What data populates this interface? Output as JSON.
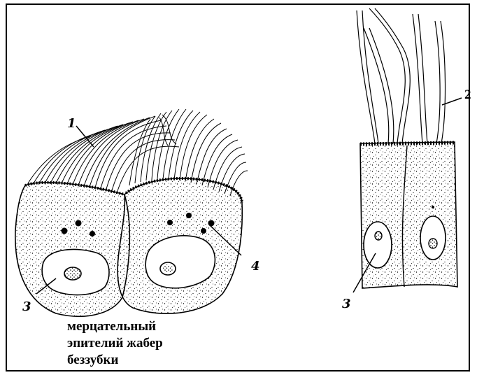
{
  "figure": {
    "labels": {
      "cilia": "1",
      "flagella": "2",
      "nucleus_left": "3",
      "nucleus_right": "3",
      "granules": "4"
    },
    "caption": {
      "line1": "мерцательный",
      "line2": "эпителий жабер",
      "line3": "беззубки"
    }
  }
}
